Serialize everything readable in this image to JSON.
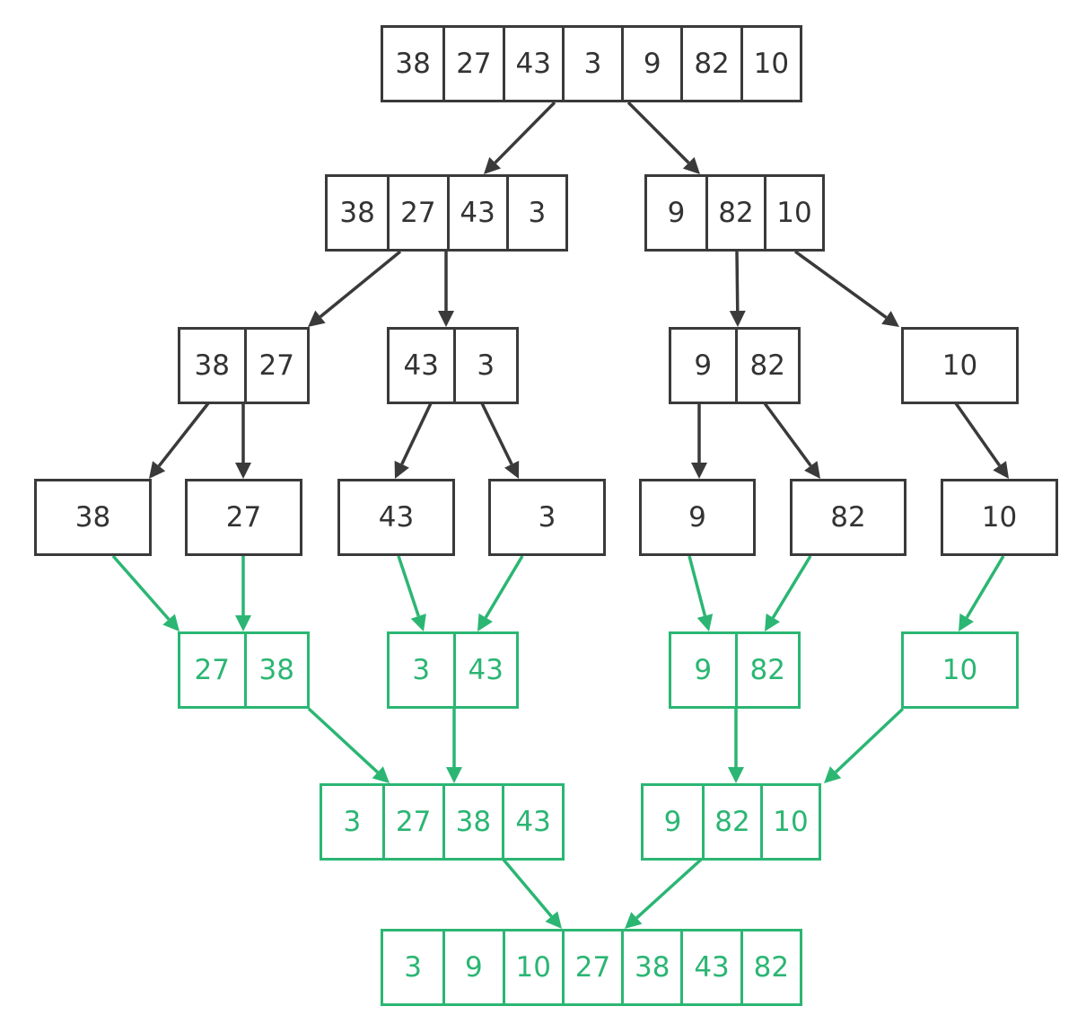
{
  "colors": {
    "split": "#3a3a3a",
    "merge": "#2bb673"
  },
  "arrays": [
    {
      "id": "a0",
      "kind": "split",
      "values": [
        "38",
        "27",
        "43",
        "3",
        "9",
        "82",
        "10"
      ]
    },
    {
      "id": "a1",
      "kind": "split",
      "values": [
        "38",
        "27",
        "43",
        "3"
      ]
    },
    {
      "id": "a2",
      "kind": "split",
      "values": [
        "9",
        "82",
        "10"
      ]
    },
    {
      "id": "a3",
      "kind": "split",
      "values": [
        "38",
        "27"
      ]
    },
    {
      "id": "a4",
      "kind": "split",
      "values": [
        "43",
        "3"
      ]
    },
    {
      "id": "a5",
      "kind": "split",
      "values": [
        "9",
        "82"
      ]
    },
    {
      "id": "a6",
      "kind": "split",
      "values": [
        "10"
      ]
    },
    {
      "id": "a7",
      "kind": "split",
      "values": [
        "38"
      ]
    },
    {
      "id": "a8",
      "kind": "split",
      "values": [
        "27"
      ]
    },
    {
      "id": "a9",
      "kind": "split",
      "values": [
        "43"
      ]
    },
    {
      "id": "a10",
      "kind": "split",
      "values": [
        "3"
      ]
    },
    {
      "id": "a11",
      "kind": "split",
      "values": [
        "9"
      ]
    },
    {
      "id": "a12",
      "kind": "split",
      "values": [
        "82"
      ]
    },
    {
      "id": "a13",
      "kind": "split",
      "values": [
        "10"
      ]
    },
    {
      "id": "a14",
      "kind": "merge",
      "values": [
        "27",
        "38"
      ]
    },
    {
      "id": "a15",
      "kind": "merge",
      "values": [
        "3",
        "43"
      ]
    },
    {
      "id": "a16",
      "kind": "merge",
      "values": [
        "9",
        "82"
      ]
    },
    {
      "id": "a17",
      "kind": "merge",
      "values": [
        "10"
      ]
    },
    {
      "id": "a18",
      "kind": "merge",
      "values": [
        "3",
        "27",
        "38",
        "43"
      ]
    },
    {
      "id": "a19",
      "kind": "merge",
      "values": [
        "9",
        "82",
        "10"
      ]
    },
    {
      "id": "a20",
      "kind": "merge",
      "values": [
        "3",
        "9",
        "10",
        "27",
        "38",
        "43",
        "82"
      ]
    }
  ],
  "edges": [
    {
      "from": "a0",
      "to": "a1",
      "kind": "split"
    },
    {
      "from": "a0",
      "to": "a2",
      "kind": "split"
    },
    {
      "from": "a1",
      "to": "a3",
      "kind": "split"
    },
    {
      "from": "a1",
      "to": "a4",
      "kind": "split"
    },
    {
      "from": "a2",
      "to": "a5",
      "kind": "split"
    },
    {
      "from": "a2",
      "to": "a6",
      "kind": "split"
    },
    {
      "from": "a3",
      "to": "a7",
      "kind": "split"
    },
    {
      "from": "a3",
      "to": "a8",
      "kind": "split"
    },
    {
      "from": "a4",
      "to": "a9",
      "kind": "split"
    },
    {
      "from": "a4",
      "to": "a10",
      "kind": "split"
    },
    {
      "from": "a5",
      "to": "a11",
      "kind": "split"
    },
    {
      "from": "a5",
      "to": "a12",
      "kind": "split"
    },
    {
      "from": "a6",
      "to": "a13",
      "kind": "split"
    },
    {
      "from": "a7",
      "to": "a14",
      "kind": "merge"
    },
    {
      "from": "a8",
      "to": "a14",
      "kind": "merge"
    },
    {
      "from": "a9",
      "to": "a15",
      "kind": "merge"
    },
    {
      "from": "a10",
      "to": "a15",
      "kind": "merge"
    },
    {
      "from": "a11",
      "to": "a16",
      "kind": "merge"
    },
    {
      "from": "a12",
      "to": "a16",
      "kind": "merge"
    },
    {
      "from": "a13",
      "to": "a17",
      "kind": "merge"
    },
    {
      "from": "a14",
      "to": "a18",
      "kind": "merge"
    },
    {
      "from": "a15",
      "to": "a18",
      "kind": "merge"
    },
    {
      "from": "a16",
      "to": "a19",
      "kind": "merge"
    },
    {
      "from": "a17",
      "to": "a19",
      "kind": "merge"
    },
    {
      "from": "a18",
      "to": "a20",
      "kind": "merge"
    },
    {
      "from": "a19",
      "to": "a20",
      "kind": "merge"
    }
  ]
}
